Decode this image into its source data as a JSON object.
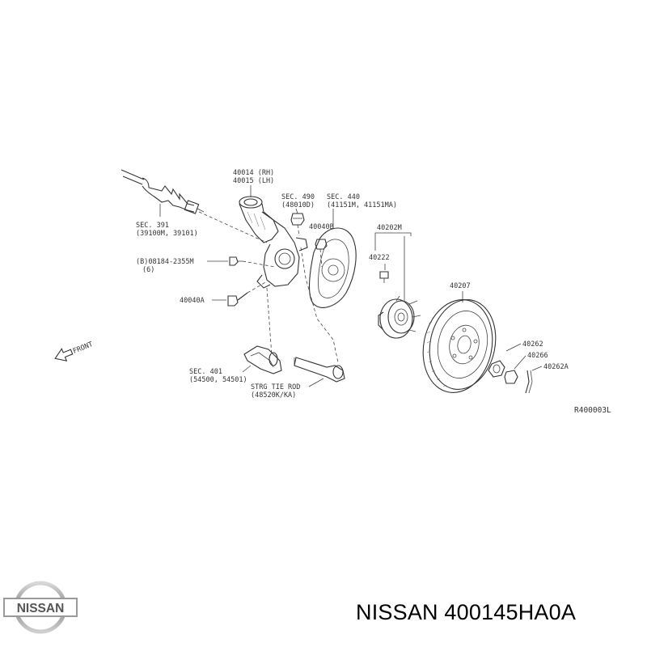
{
  "callouts": {
    "knuckle": [
      "40014 (RH)",
      "40015 (LH)"
    ],
    "drive_shaft": [
      "SEC. 391",
      "(39100M, 39101)"
    ],
    "sec_490": [
      "SEC. 490",
      "(48010D)"
    ],
    "sec_440": [
      "SEC. 440",
      "(41151M, 41151MA)"
    ],
    "bolt_08184": [
      "(B)08184-2355M",
      "(6)"
    ],
    "nut_40040B": "40040B",
    "bolt_40040A": "40040A",
    "hub_assy": "40202M",
    "hub_bolt": "40222",
    "rotor": "40207",
    "nut_40262": "40262",
    "washer_40266": "40266",
    "pin_40262A": "40262A",
    "lower_link": [
      "SEC. 401",
      "(54500, 54501)"
    ],
    "tie_rod": [
      "STRG TIE ROD",
      "(48520K/KA)"
    ],
    "front_arrow": "FRONT",
    "drawing_ref": "R400003L"
  },
  "footer": {
    "brand_logo_text": "NISSAN",
    "part_label": "NISSAN 400145HA0A"
  }
}
